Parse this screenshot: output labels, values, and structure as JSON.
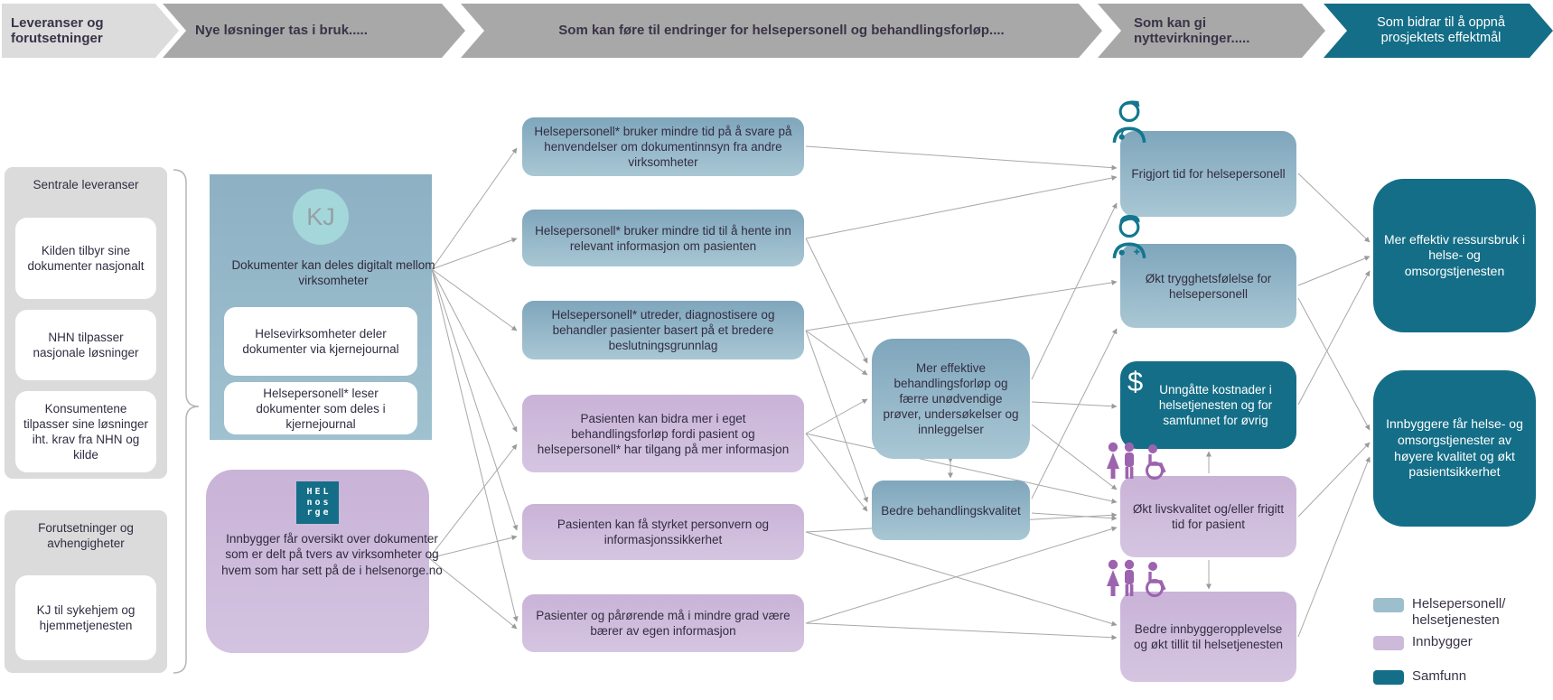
{
  "header": {
    "stages": [
      {
        "label": "Leveranser og forutsetninger"
      },
      {
        "label": "Nye løsninger tas i bruk....."
      },
      {
        "label": "Som kan føre til endringer for helsepersonell og behandlingsforløp...."
      },
      {
        "label": "Som kan gi nyttevirkninger....."
      },
      {
        "label": "Som bidrar til å oppnå prosjektets effektmål"
      }
    ]
  },
  "left": {
    "deliveries": {
      "title": "Sentrale leveranser",
      "items": [
        {
          "text": "Kilden tilbyr sine dokumenter nasjonalt"
        },
        {
          "text": "NHN tilpasser nasjonale løsninger"
        },
        {
          "text": "Konsumentene tilpasser sine løsninger iht. krav fra NHN og kilde"
        }
      ]
    },
    "prerequisites": {
      "title": "Forutsetninger og avhengigheter",
      "items": [
        {
          "text": "KJ til sykehjem og hjemmetjenesten"
        }
      ]
    }
  },
  "solutions": {
    "kj": {
      "logo": "KJ",
      "text": "Dokumenter kan deles digitalt mellom virksomheter",
      "items": [
        {
          "text": "Helsevirksomheter deler dokumenter via kjernejournal"
        },
        {
          "text": "Helsepersonell* leser dokumenter som deles i kjernejournal"
        }
      ]
    },
    "helsenorge": {
      "logo_lines": [
        "HEL",
        "nos",
        "rge"
      ],
      "text": "Innbygger får oversikt over dokumenter som er delt på tvers av virksomheter og hvem som har sett på de i helsenorge.no"
    }
  },
  "changes": [
    {
      "text": "Helsepersonell* bruker mindre tid på å svare på henvendelser om dokumentinnsyn fra andre virksomheter",
      "group": "helsepersonell"
    },
    {
      "text": "Helsepersonell* bruker mindre tid til å hente inn relevant informasjon om pasienten",
      "group": "helsepersonell"
    },
    {
      "text": "Helsepersonell* utreder, diagnostisere og behandler pasienter basert på et bredere beslutningsgrunnlag",
      "group": "helsepersonell"
    },
    {
      "text": "Pasienten kan bidra mer i eget behandlingsforløp fordi pasient og helsepersonell* har tilgang på mer informasjon",
      "group": "innbygger"
    },
    {
      "text": "Pasienten kan få styrket personvern og informasjonssikkerhet",
      "group": "innbygger"
    },
    {
      "text": "Pasienter og pårørende må i mindre grad være bærer av egen informasjon",
      "group": "innbygger"
    }
  ],
  "intermediate": [
    {
      "text": "Mer effektive behandlingsforløp og færre unødvendige prøver, undersøkelser og innleggelser"
    },
    {
      "text": "Bedre behandlingskvalitet"
    }
  ],
  "benefits": [
    {
      "text": "Frigjort tid for helsepersonell",
      "icon": "nurse-icon",
      "group": "helsepersonell"
    },
    {
      "text": "Økt trygghetsfølelse for helsepersonell",
      "icon": "doctor-icon",
      "group": "helsepersonell"
    },
    {
      "text": "Unngåtte kostnader i helsetjenesten og for samfunnet for øvrig",
      "icon": "dollar-icon",
      "group": "samfunn"
    },
    {
      "text": "Økt livskvalitet og/eller frigitt tid for pasient",
      "icon": "patients-group-icon",
      "group": "innbygger"
    },
    {
      "text": "Bedre innbyggeropplevelse og økt tillit til helsetjenesten",
      "icon": "patients-group-icon",
      "group": "innbygger"
    }
  ],
  "goals": [
    {
      "text": "Mer effektiv ressursbruk i helse- og omsorgstjenesten"
    },
    {
      "text": "Innbyggere får helse- og omsorgstjenester av høyere kvalitet og økt pasientsikkerhet"
    }
  ],
  "legend": {
    "items": [
      {
        "label_line1": "Helsepersonell/",
        "label_line2": "helsetjenesten",
        "color": "#9cbecd"
      },
      {
        "label_line1": "Innbygger",
        "label_line2": "",
        "color": "#cdb9da"
      },
      {
        "label_line1": "Samfunn",
        "label_line2": "",
        "color": "#146e87"
      }
    ]
  },
  "colors": {
    "helsepersonell": "#9cbecd",
    "innbygger": "#cdb9da",
    "samfunn": "#146e87",
    "arrow": "#a8a8a8",
    "header_gray": "#a8a8a8",
    "header_light": "#dcdcdc"
  }
}
